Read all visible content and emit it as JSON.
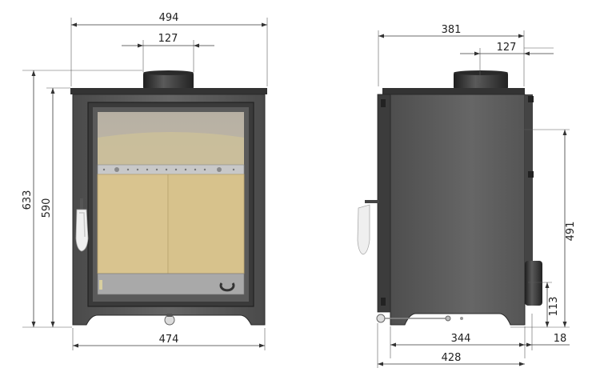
{
  "front_view": {
    "dims": {
      "overall_width": "494",
      "flue_width": "127",
      "overall_height": "633",
      "body_height": "590",
      "base_width": "474"
    }
  },
  "side_view": {
    "dims": {
      "top_depth": "381",
      "flue_offset": "127",
      "rear_outlet_height": "491",
      "bottom_outlet_height": "113",
      "leg_width": "344",
      "leg_offset": "18",
      "overall_depth": "428"
    }
  },
  "colors": {
    "steel": "#5e5e5e",
    "steel_dark": "#2f2f2f",
    "brick": "#d7c08a",
    "glass_top": "#bdb6a6",
    "rail": "#c9c9c9"
  }
}
